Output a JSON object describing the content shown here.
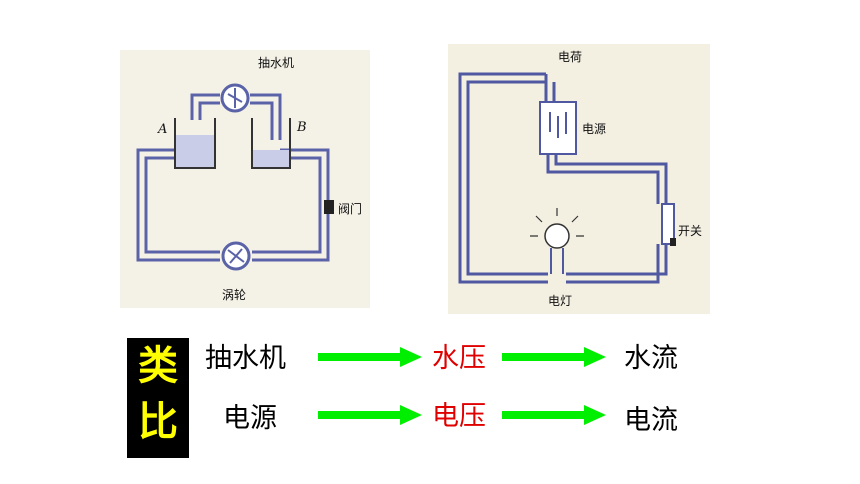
{
  "water_diagram": {
    "pump_label": "抽水机",
    "tank_a_label": "A",
    "tank_b_label": "B",
    "valve_label": "阀门",
    "turbine_label": "涡轮"
  },
  "circuit_diagram": {
    "charge_label": "电荷",
    "source_label": "电源",
    "switch_label": "开关",
    "lamp_label": "电灯"
  },
  "analogy": {
    "badge_top": "类",
    "badge_bottom": "比",
    "row1": {
      "source": "抽水机",
      "pressure": "水压",
      "flow": "水流"
    },
    "row2": {
      "source": "电源",
      "pressure": "电压",
      "flow": "电流"
    }
  },
  "colors": {
    "arrow": "#00ee00",
    "pressure_text": "#e00000",
    "badge_bg": "#000000",
    "badge_text": "#ffff00",
    "pipe": "#5b63a8"
  }
}
